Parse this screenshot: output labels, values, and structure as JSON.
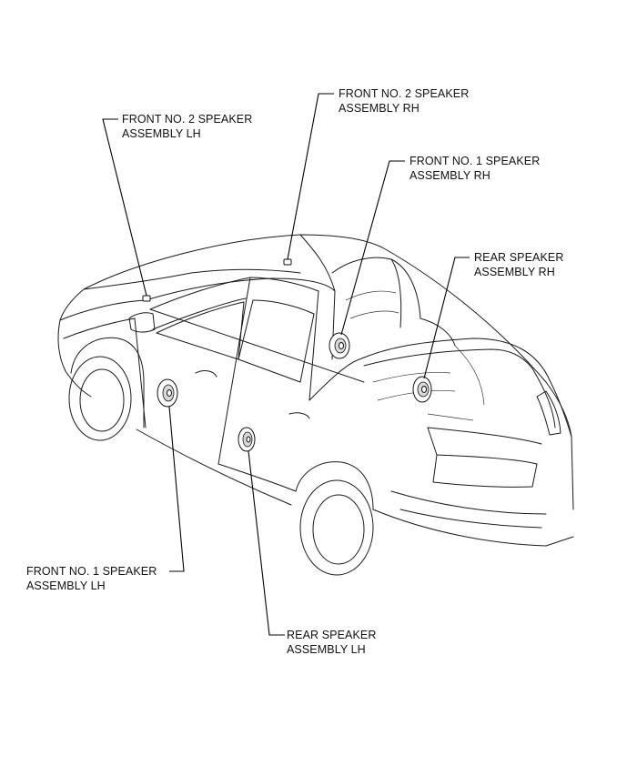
{
  "labels": {
    "front_no2_lh": [
      "FRONT NO. 2 SPEAKER",
      "ASSEMBLY LH"
    ],
    "front_no2_rh": [
      "FRONT NO. 2 SPEAKER",
      "ASSEMBLY RH"
    ],
    "front_no1_rh": [
      "FRONT NO. 1 SPEAKER",
      "ASSEMBLY RH"
    ],
    "rear_rh": [
      "REAR SPEAKER",
      "ASSEMBLY RH"
    ],
    "front_no1_lh": [
      "FRONT NO. 1 SPEAKER",
      "ASSEMBLY LH"
    ],
    "rear_lh": [
      "REAR SPEAKER",
      "ASSEMBLY LH"
    ]
  }
}
